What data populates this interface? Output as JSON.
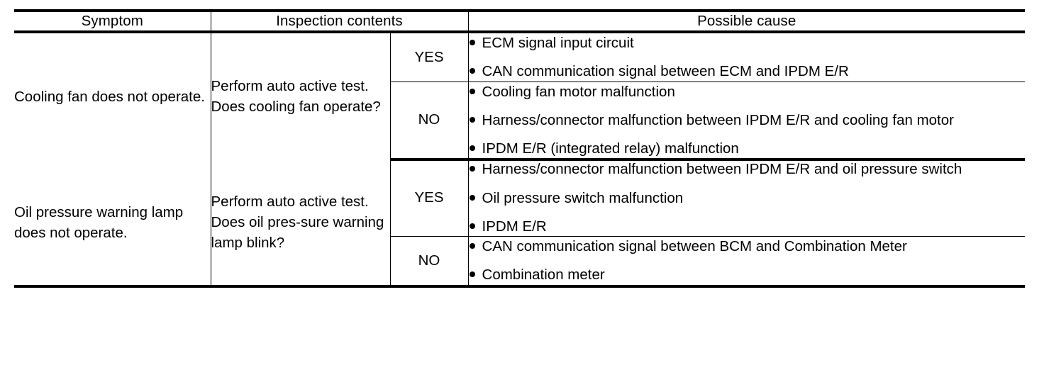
{
  "table": {
    "headers": {
      "symptom": "Symptom",
      "inspection": "Inspection contents",
      "cause": "Possible cause"
    },
    "answers": {
      "yes": "YES",
      "no": "NO"
    },
    "rows": [
      {
        "symptom": "Cooling fan does not operate.",
        "inspection": "Perform auto active test. Does cooling fan operate?",
        "branches": [
          {
            "answer": "YES",
            "causes": [
              "ECM signal input circuit",
              "CAN communication signal between ECM and IPDM E/R"
            ]
          },
          {
            "answer": "NO",
            "causes": [
              "Cooling fan motor malfunction",
              "Harness/connector malfunction between IPDM E/R and cooling fan motor",
              "IPDM E/R (integrated relay) malfunction"
            ]
          }
        ]
      },
      {
        "symptom": "Oil pressure warning lamp does not operate.",
        "inspection": "Perform auto active test. Does oil pres-sure warning lamp blink?",
        "branches": [
          {
            "answer": "YES",
            "causes": [
              "Harness/connector malfunction between IPDM E/R and oil pressure switch",
              "Oil pressure switch malfunction",
              "IPDM E/R"
            ]
          },
          {
            "answer": "NO",
            "causes": [
              "CAN communication signal between BCM and Combination Meter",
              "Combination meter"
            ]
          }
        ]
      }
    ]
  },
  "colors": {
    "rule": "#000000",
    "text": "#000000",
    "background": "#ffffff"
  }
}
